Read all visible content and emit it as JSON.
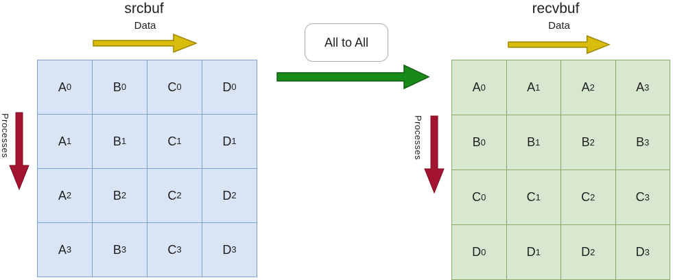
{
  "left": {
    "title": "srcbuf",
    "data_label": "Data",
    "processes_label": "Processes",
    "cells": [
      [
        {
          "base": "A",
          "sub": "0"
        },
        {
          "base": "B",
          "sub": "0"
        },
        {
          "base": "C",
          "sub": "0"
        },
        {
          "base": "D",
          "sub": "0"
        }
      ],
      [
        {
          "base": "A",
          "sub": "1"
        },
        {
          "base": "B",
          "sub": "1"
        },
        {
          "base": "C",
          "sub": "1"
        },
        {
          "base": "D",
          "sub": "1"
        }
      ],
      [
        {
          "base": "A",
          "sub": "2"
        },
        {
          "base": "B",
          "sub": "2"
        },
        {
          "base": "C",
          "sub": "2"
        },
        {
          "base": "D",
          "sub": "2"
        }
      ],
      [
        {
          "base": "A",
          "sub": "3"
        },
        {
          "base": "B",
          "sub": "3"
        },
        {
          "base": "C",
          "sub": "3"
        },
        {
          "base": "D",
          "sub": "3"
        }
      ]
    ]
  },
  "center": {
    "label": "All to All"
  },
  "right": {
    "title": "recvbuf",
    "data_label": "Data",
    "processes_label": "Processes",
    "cells": [
      [
        {
          "base": "A",
          "sub": "0"
        },
        {
          "base": "A",
          "sub": "1"
        },
        {
          "base": "A",
          "sub": "2"
        },
        {
          "base": "A",
          "sub": "3"
        }
      ],
      [
        {
          "base": "B",
          "sub": "0"
        },
        {
          "base": "B",
          "sub": "1"
        },
        {
          "base": "B",
          "sub": "2"
        },
        {
          "base": "B",
          "sub": "3"
        }
      ],
      [
        {
          "base": "C",
          "sub": "0"
        },
        {
          "base": "C",
          "sub": "1"
        },
        {
          "base": "C",
          "sub": "2"
        },
        {
          "base": "C",
          "sub": "3"
        }
      ],
      [
        {
          "base": "D",
          "sub": "0"
        },
        {
          "base": "D",
          "sub": "1"
        },
        {
          "base": "D",
          "sub": "2"
        },
        {
          "base": "D",
          "sub": "3"
        }
      ]
    ]
  },
  "colors": {
    "blue_fill": "#d9e5f6",
    "blue_border": "#7da1d6",
    "green_fill": "#d8e7d0",
    "green_border": "#85ab66",
    "yellow_fill": "#d9bd0d",
    "yellow_stroke": "#9c8500",
    "green_arrow_fill": "#188a18",
    "green_arrow_stroke": "#0f5c0f",
    "crimson_fill": "#a31431",
    "crimson_stroke": "#7d0c24"
  }
}
